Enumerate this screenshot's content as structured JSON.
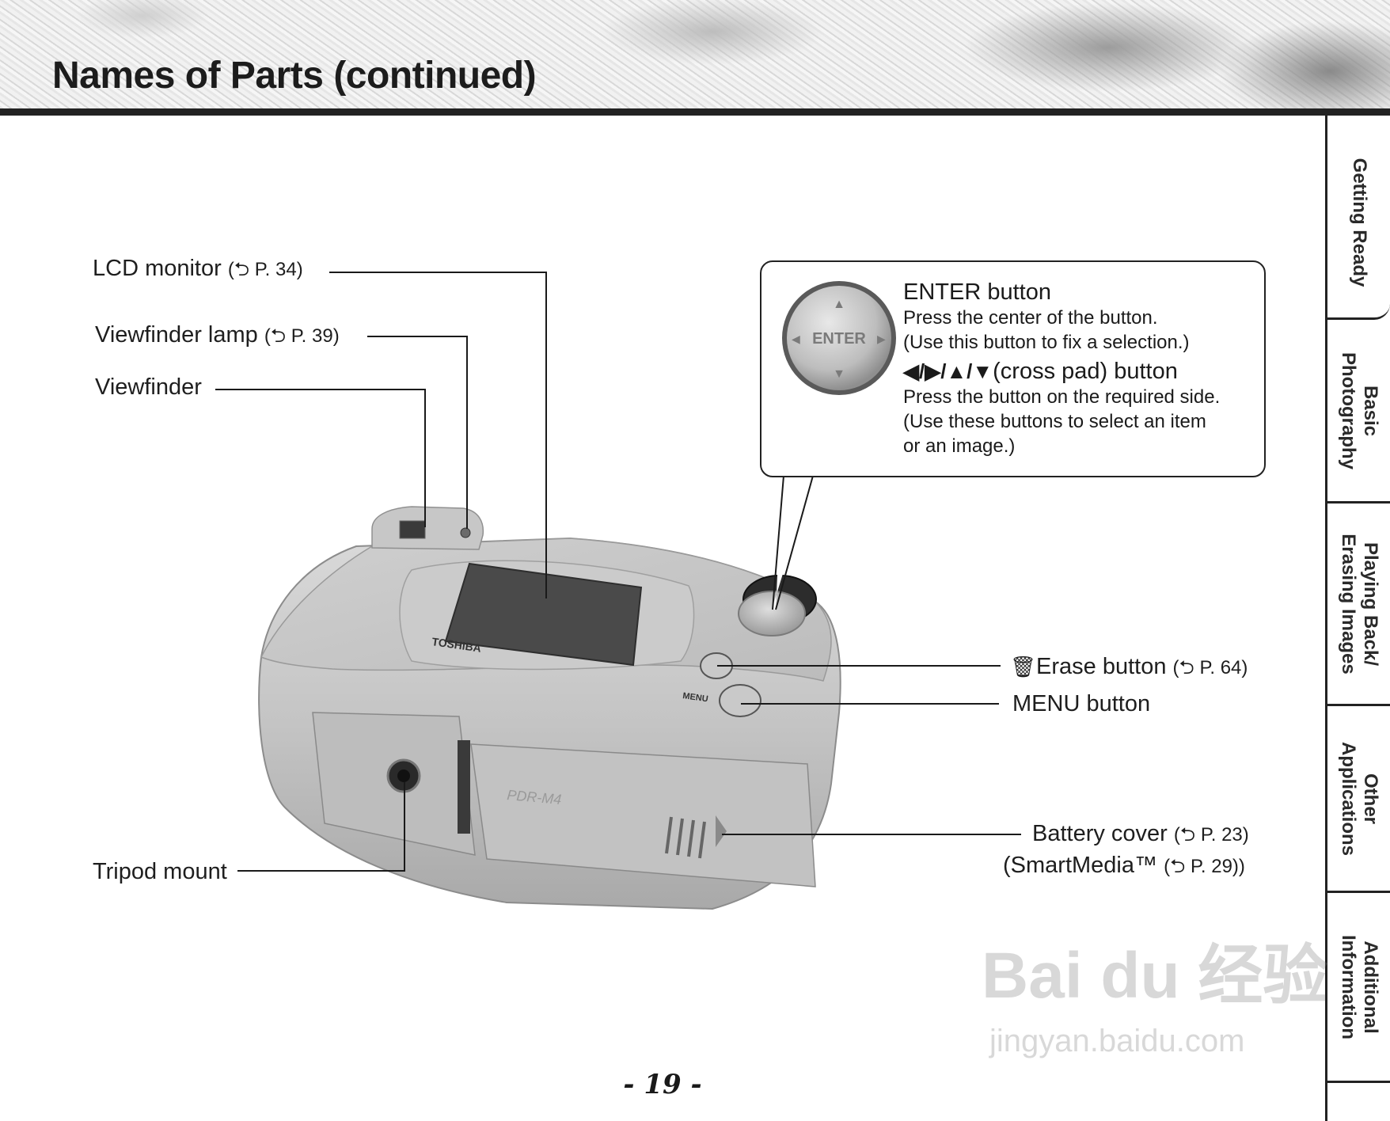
{
  "page": {
    "title": "Names of Parts (continued)",
    "page_number": "- 19 -"
  },
  "tabs": [
    {
      "label": "Getting Ready",
      "active": true
    },
    {
      "label": "Basic\nPhotography",
      "active": false
    },
    {
      "label": "Playing Back/\nErasing Images",
      "active": false
    },
    {
      "label": "Other\nApplications",
      "active": false
    },
    {
      "label": "Additional\nInformation",
      "active": false
    }
  ],
  "callouts": {
    "lcd_monitor": {
      "name": "LCD monitor",
      "ref": "P. 34"
    },
    "viewfinder_lamp": {
      "name": "Viewfinder lamp",
      "ref": "P. 39"
    },
    "viewfinder": {
      "name": "Viewfinder"
    },
    "tripod_mount": {
      "name": "Tripod mount"
    },
    "erase_button": {
      "name": "Erase button",
      "ref": "P. 64"
    },
    "menu_button": {
      "name": "MENU button"
    },
    "battery_cover": {
      "name": "Battery cover",
      "ref": "P. 23",
      "sub_name": "(SmartMedia™",
      "sub_ref": "P. 29"
    }
  },
  "enter_box": {
    "enter_title": "ENTER button",
    "enter_desc_1": "Press the center of the button.",
    "enter_desc_2": "(Use this button to fix a selection.)",
    "crosspad_arrows": "◀/▶/▲/▼",
    "crosspad_title": "(cross pad) button",
    "crosspad_desc_1": "Press the button on the required side.",
    "crosspad_desc_2": "(Use these buttons to select an item",
    "crosspad_desc_3": "or an image.)",
    "button_face_label": "ENTER"
  },
  "camera": {
    "brand": "TOSHIBA",
    "model_text": "PDR-M4",
    "menu_label": "MENU"
  },
  "icons": {
    "page_ref": "page-ref-arrow-icon",
    "erase": "trash-icon"
  },
  "watermark": {
    "main": "Bai du 经验",
    "sub": "jingyan.baidu.com"
  }
}
